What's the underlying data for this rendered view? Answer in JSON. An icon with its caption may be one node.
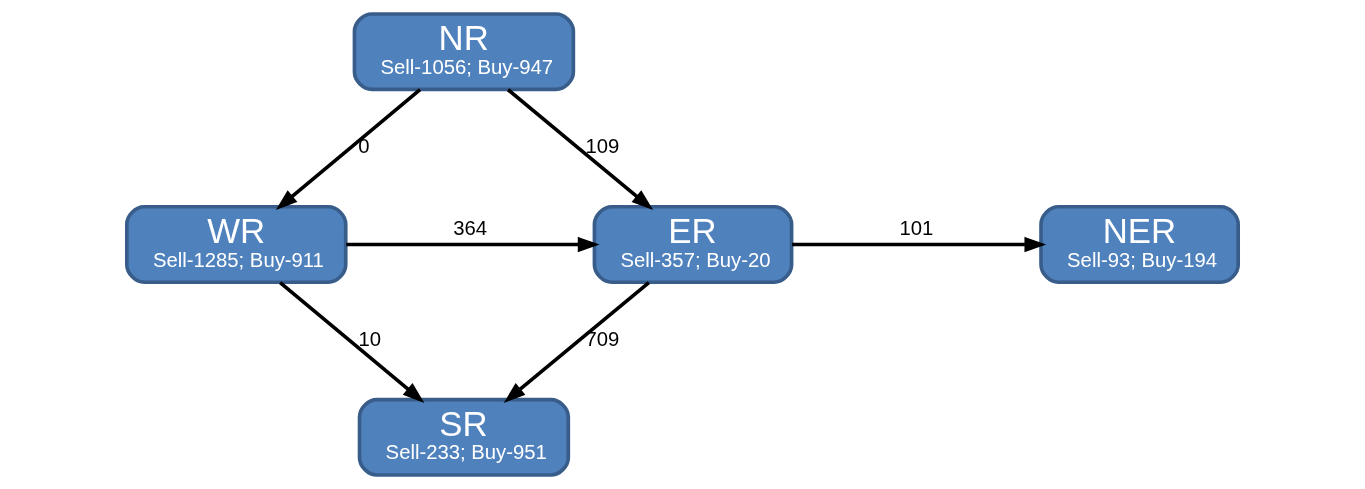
{
  "diagram": {
    "nodes": [
      {
        "text": [
          "NR",
          "Sell-1056; Buy-947"
        ]
      },
      {
        "text": [
          "WR",
          "Sell-1285; Buy-911"
        ]
      },
      {
        "text": [
          "ER",
          "Sell-357; Buy-20"
        ]
      },
      {
        "text": [
          "NER",
          "Sell-93; Buy-194"
        ]
      },
      {
        "text": [
          "SR",
          "Sell-233; Buy-951"
        ]
      }
    ],
    "edges": [
      {
        "from": 0,
        "to": 1,
        "arrow": "to",
        "label": "0"
      },
      {
        "from": 0,
        "to": 2,
        "arrow": "to",
        "label": "109"
      },
      {
        "from": 1,
        "to": 2,
        "arrow": "to",
        "label": "364"
      },
      {
        "from": 2,
        "to": 3,
        "arrow": "to",
        "label": "101"
      },
      {
        "from": 1,
        "to": 4,
        "arrow": "to",
        "label": "10"
      },
      {
        "from": 2,
        "to": 4,
        "arrow": "to",
        "label": "709"
      }
    ]
  }
}
